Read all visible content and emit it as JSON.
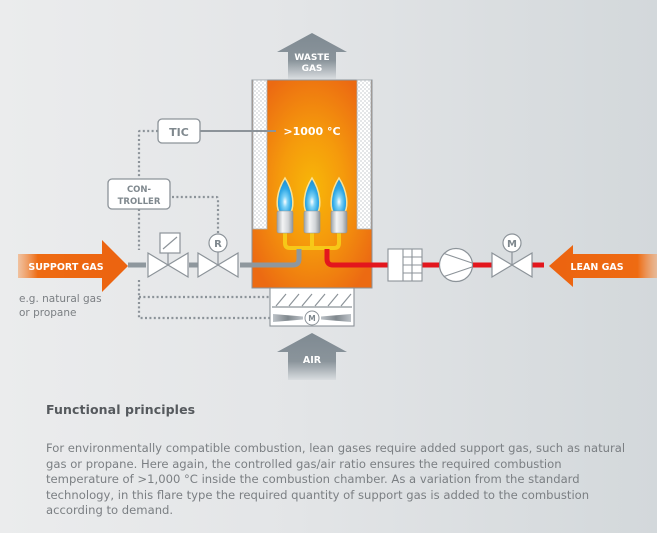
{
  "diagram": {
    "title": "Flare with support gas",
    "labels": {
      "waste_gas_line1": "WASTE",
      "waste_gas_line2": "GAS",
      "temperature": ">1000 °C",
      "tic": "TIC",
      "controller_line1": "CON-",
      "controller_line2": "TROLLER",
      "support_gas": "SUPPORT GAS",
      "support_gas_note_line1": "e.g. natural gas",
      "support_gas_note_line2": "or propane",
      "lean_gas": "LEAN GAS",
      "air": "AIR",
      "regulator_symbol": "R",
      "motor_symbol": "M",
      "fan_motor_symbol": "M"
    },
    "components": [
      {
        "id": "waste-gas-outlet",
        "type": "arrow-up"
      },
      {
        "id": "combustion-chamber",
        "type": "chamber"
      },
      {
        "id": "burners",
        "type": "burner",
        "count": 3
      },
      {
        "id": "tic",
        "type": "instrument"
      },
      {
        "id": "controller",
        "type": "instrument"
      },
      {
        "id": "solenoid-valve",
        "type": "valve"
      },
      {
        "id": "regulating-valve",
        "type": "valve"
      },
      {
        "id": "air-damper-fan",
        "type": "fan"
      },
      {
        "id": "flame-arrester",
        "type": "arrester"
      },
      {
        "id": "blower",
        "type": "compressor"
      },
      {
        "id": "motor-valve",
        "type": "valve"
      }
    ],
    "colors": {
      "orange": "#ee6b12",
      "chamber_hot": "#f7a90a",
      "grey_arrow": "#7f8a92",
      "pipe_grey": "#8e979d",
      "lean_pipe_red": "#e3161d",
      "burner_feed_yellow": "#f7c818",
      "flame_blue": "#2fa8e6",
      "symbol_stroke": "#8c9399",
      "text_grey": "#7b7f83"
    }
  },
  "section": {
    "title": "Functional principles",
    "body": "For environmentally compatible combustion, lean gases require added support gas, such as natural gas or propane. Here again, the controlled gas/air ratio ensures the required combustion temperature of >1,000 °C inside the combustion chamber. As a variation from the standard technology, in this flare type the required quantity of support gas is added to the combustion according to demand."
  }
}
